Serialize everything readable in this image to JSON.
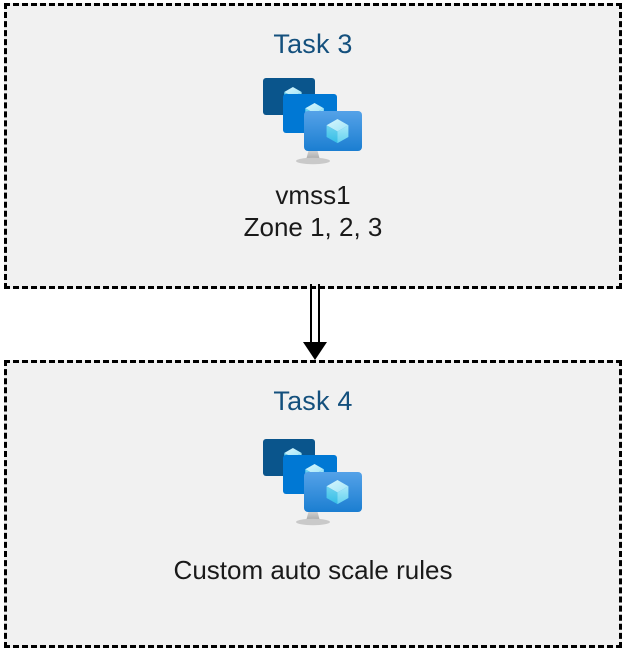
{
  "diagram": {
    "type": "flow",
    "background_color": "#ffffff",
    "box_fill_color": "#f1f1f1",
    "box_border_color": "#000000",
    "title_color": "#14507d",
    "text_color": "#1a1a1a",
    "nodes": [
      {
        "id": "task-3",
        "title": "Task 3",
        "icon": "vm-scale-set-icon",
        "caption_lines": [
          "vmss1",
          "Zone 1, 2, 3"
        ]
      },
      {
        "id": "task-4",
        "title": "Task 4",
        "icon": "vm-scale-set-icon",
        "caption_lines": [
          "Custom auto scale rules"
        ]
      }
    ],
    "connector": {
      "from": "task-3",
      "to": "task-4",
      "style": "double-line",
      "arrowhead": "solid-triangle",
      "color": "#000000",
      "direction": "down"
    },
    "icon_colors": {
      "monitor_back": "#0a558c",
      "monitor_mid": "#0078d4",
      "monitor_front_top": "#55a2e8",
      "monitor_front_bottom": "#1b7ed1",
      "cube_light": "#c3f1fb",
      "cube_mid": "#7fdcf4",
      "cube_dark": "#32bfe8",
      "stand": "#b3b3b3"
    }
  }
}
